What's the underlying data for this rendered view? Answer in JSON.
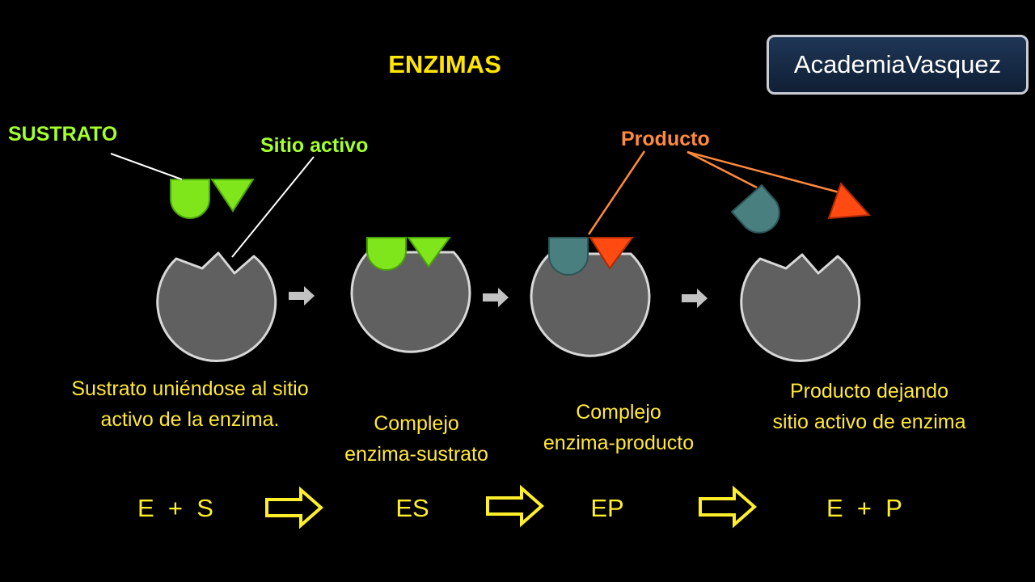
{
  "title": "ENZIMAS",
  "brand": "AcademiaVasquez",
  "labels": {
    "sustrato": "SUSTRATO",
    "sitio_activo": "Sitio activo",
    "producto": "Producto"
  },
  "stages": [
    {
      "caption_line1": "Sustrato uniéndose al sitio",
      "caption_line2": "activo de la enzima.",
      "equation": "E  +  S"
    },
    {
      "caption_line1": "Complejo",
      "caption_line2": "enzima-sustrato",
      "equation": "ES"
    },
    {
      "caption_line1": "Complejo",
      "caption_line2": "enzima-producto",
      "equation": "EP"
    },
    {
      "caption_line1": "Producto dejando",
      "caption_line2": "sitio activo de enzima",
      "equation": "E  +  P"
    }
  ],
  "colors": {
    "substrate": "#7ee61a",
    "product_semicircle": "#4a7f80",
    "product_triangle": "#ff4a12",
    "enzyme": "#606060",
    "title": "#ffe600",
    "caption": "#ffe838"
  }
}
